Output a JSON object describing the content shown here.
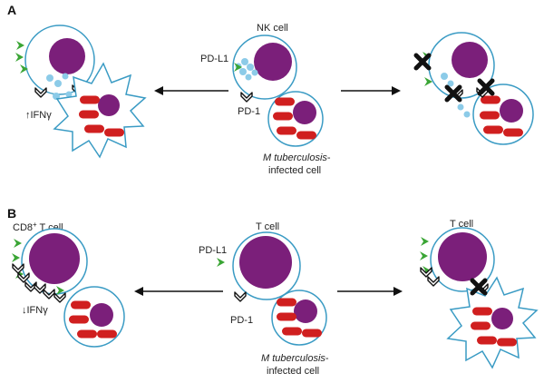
{
  "panels": {
    "a": {
      "letter": "A",
      "center": {
        "cell_label": "NK cell",
        "ligand_label": "PD-L1",
        "receptor_label": "PD-1",
        "target_label_italic": "M tuberculosis",
        "target_label_line1_suffix": "-",
        "target_label_line2": "infected cell"
      },
      "left_outcome": "↑IFNγ"
    },
    "b": {
      "letter": "B",
      "left_cell_label_pre": "CD8",
      "left_cell_label_sup": "+",
      "left_cell_label_post": " T cell",
      "center": {
        "cell_label": "T cell",
        "ligand_label": "PD-L1",
        "receptor_label": "PD-1",
        "target_label_italic": "M tuberculosis",
        "target_label_line1_suffix": "-",
        "target_label_line2": "infected cell"
      },
      "right_cell_label": "T cell",
      "left_outcome": "↓IFNγ"
    }
  },
  "colors": {
    "cell_outline": "#3a9bc4",
    "nucleus": "#7b1f7a",
    "bacilli": "#d01f1f",
    "pd_l1": "#3aa535",
    "granule": "#8ccbe8",
    "block": "#111111",
    "arrow": "#111111"
  }
}
